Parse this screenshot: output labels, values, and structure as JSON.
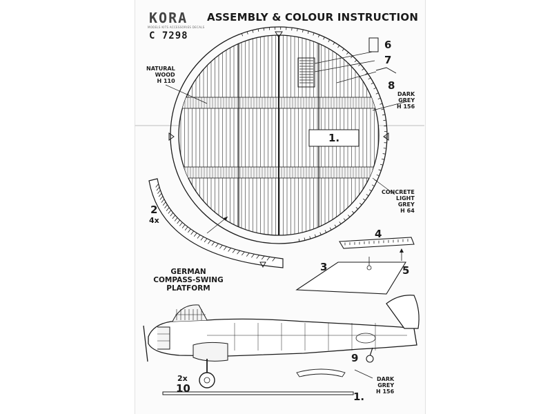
{
  "header": {
    "brand": "KORA",
    "brand_tagline": "MODELS KITS ACCESSORIES DECALS",
    "product_code": "C 7298",
    "title": "ASSEMBLY & COLOUR INSTRUCTION"
  },
  "colour_callouts": {
    "natural_wood": [
      "NATURAL",
      "WOOD",
      "H 110"
    ],
    "dark_grey_top": [
      "DARK",
      "GREY",
      "H 156"
    ],
    "concrete": [
      "CONCRETE",
      "LIGHT",
      "GREY",
      "H 64"
    ],
    "dark_grey_bottom": [
      "DARK",
      "GREY",
      "H 156"
    ]
  },
  "part_numbers": {
    "p1_main": "1.",
    "p1_bottom": "1.",
    "p2": "2",
    "p2_qty": "4x",
    "p3": "3",
    "p4": "4",
    "p5": "5",
    "p6": "6",
    "p7": "7",
    "p8": "8",
    "p9": "9",
    "p10_qty": "2x",
    "p10": "10"
  },
  "caption": [
    "GERMAN",
    "COMPASS-SWING",
    "PLATFORM"
  ],
  "colors": {
    "ink": "#1a1a1a",
    "paper": "#fbfbfb",
    "fold": "#dcdcdc"
  }
}
